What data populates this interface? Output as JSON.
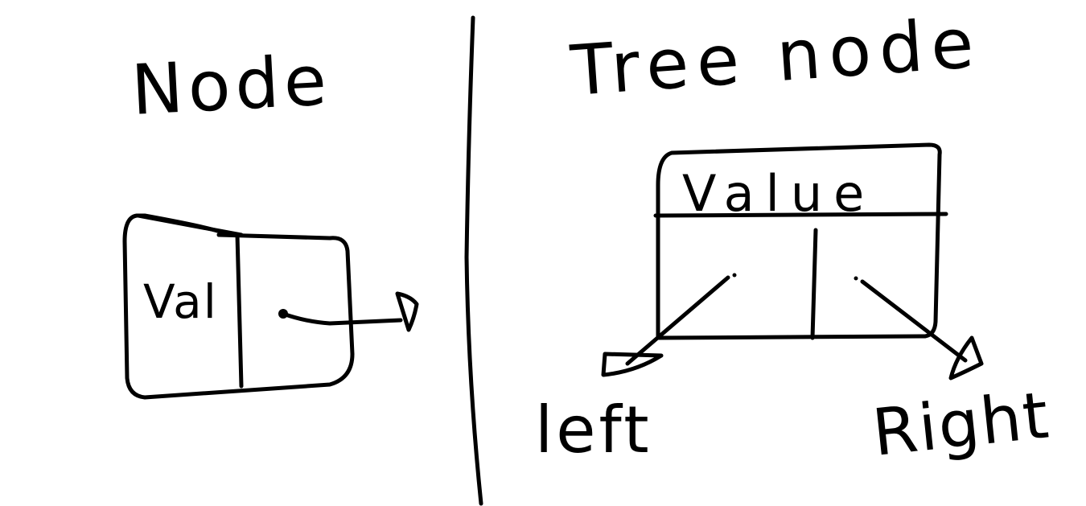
{
  "left_panel": {
    "title": "Node",
    "box_label": "Val"
  },
  "right_panel": {
    "title": "Tree node",
    "box_header": "Value",
    "left_label": "left",
    "right_label": "Right"
  },
  "colors": {
    "ink": "#000000",
    "background": "#ffffff"
  }
}
